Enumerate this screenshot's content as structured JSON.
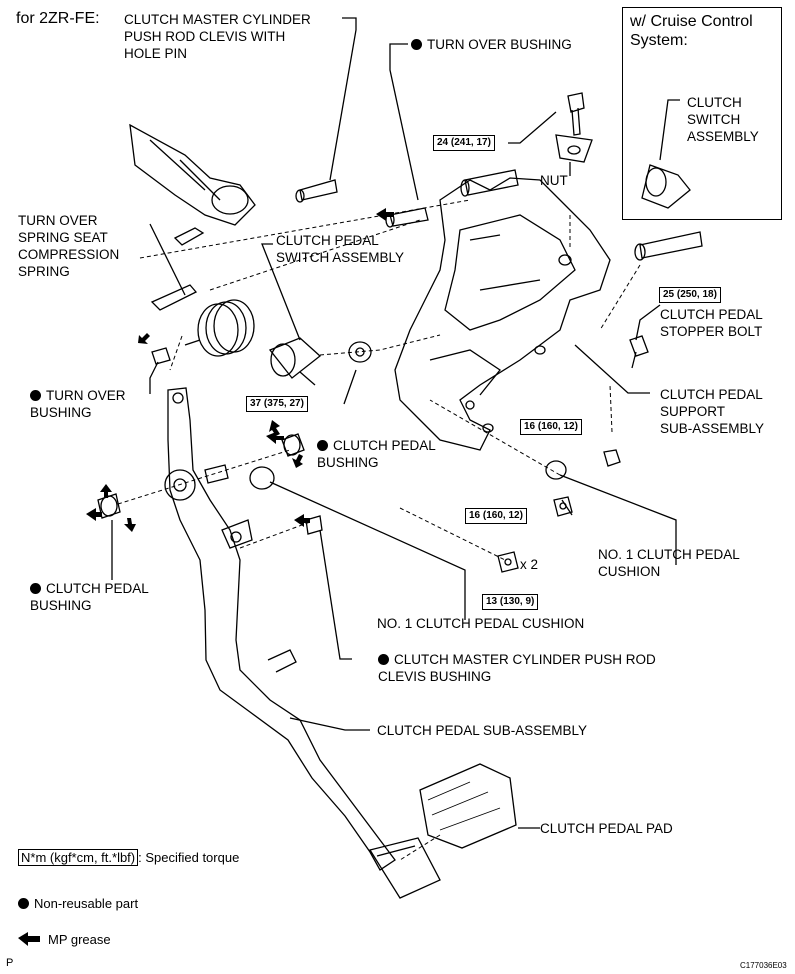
{
  "header": {
    "model": "for 2ZR-FE:"
  },
  "inset": {
    "title": "w/ Cruise Control\nSystem:",
    "switch_label": "CLUTCH\nSWITCH\nASSEMBLY"
  },
  "labels": {
    "master_cyl_clevis": "CLUTCH MASTER CYLINDER\nPUSH ROD CLEVIS WITH\nHOLE PIN",
    "turn_over_bushing_top": "TURN OVER BUSHING",
    "nut": "NUT",
    "turn_over_spring": "TURN OVER\nSPRING SEAT\nCOMPRESSION\nSPRING",
    "pedal_switch": "CLUTCH PEDAL\nSWITCH ASSEMBLY",
    "stopper_bolt": "CLUTCH PEDAL\nSTOPPER BOLT",
    "turn_over_bushing_left": "TURN OVER\nBUSHING",
    "pedal_support": "CLUTCH PEDAL\nSUPPORT\nSUB-ASSEMBLY",
    "pedal_bushing_mid": "CLUTCH PEDAL\nBUSHING",
    "cushion_right": "NO. 1 CLUTCH PEDAL\nCUSHION",
    "times_two": "x 2",
    "pedal_bushing_left": "CLUTCH PEDAL\nBUSHING",
    "cushion_bottom": "NO. 1 CLUTCH PEDAL CUSHION",
    "clevis_bushing": "CLUTCH MASTER CYLINDER PUSH ROD\nCLEVIS BUSHING",
    "pedal_sub_assembly": "CLUTCH PEDAL SUB-ASSEMBLY",
    "pedal_pad": "CLUTCH PEDAL PAD"
  },
  "torques": {
    "t24": "24 (241, 17)",
    "t25": "25 (250, 18)",
    "t37": "37 (375, 27)",
    "t16a": "16 (160, 12)",
    "t16b": "16 (160, 12)",
    "t13": "13 (130, 9)"
  },
  "legend": {
    "torque_box": "N*m (kgf*cm, ft.*lbf)",
    "torque_text": ": Specified torque",
    "non_reusable": "Non-reusable part",
    "grease": "MP grease"
  },
  "footer": {
    "left_code": "P",
    "right_code": "C177036E03"
  }
}
